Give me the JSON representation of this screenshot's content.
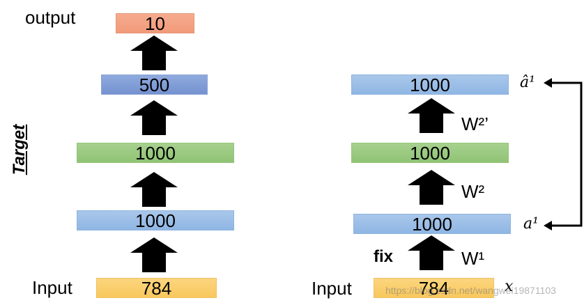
{
  "left": {
    "output_label": "output",
    "input_label": "Input",
    "target_label": "Target",
    "layers": {
      "output": "10",
      "l500": "500",
      "l1000a": "1000",
      "l1000b": "1000",
      "input": "784"
    }
  },
  "right": {
    "input_label": "Input",
    "fix_label": "fix",
    "layers": {
      "top": "1000",
      "middle": "1000",
      "bottom": "1000",
      "input": "784"
    },
    "weights": {
      "w1": "W¹",
      "w2": "W²",
      "w2prime": "W²’"
    },
    "math": {
      "a1_hat": "â¹",
      "a1": "a¹",
      "x": "x"
    }
  },
  "watermark": "https://blog.csdn.net/wangwei19871103",
  "colors": {
    "orange": "#f19a7a",
    "blue_dark": "#7592d1",
    "blue": "#9dbfe7",
    "green": "#9bca82",
    "yellow": "#f9cd69"
  }
}
